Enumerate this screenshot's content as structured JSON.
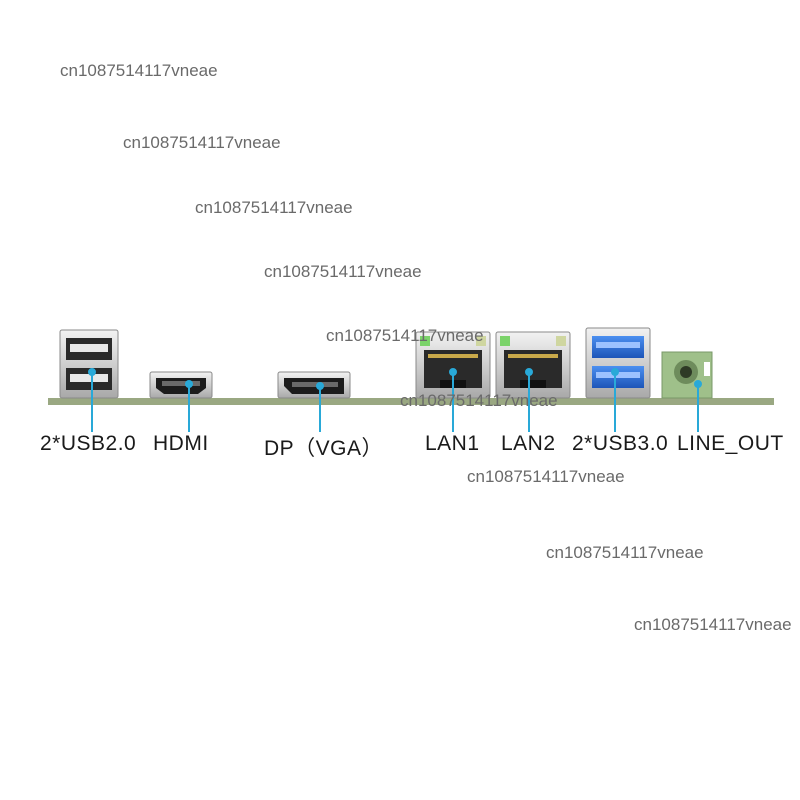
{
  "ports": [
    {
      "key": "usb2",
      "label": "2*USB2.0"
    },
    {
      "key": "hdmi",
      "label": "HDMI"
    },
    {
      "key": "dp",
      "label": "DP（VGA）"
    },
    {
      "key": "lan1",
      "label": "LAN1"
    },
    {
      "key": "lan2",
      "label": "LAN2"
    },
    {
      "key": "usb3",
      "label": "2*USB3.0"
    },
    {
      "key": "lineout",
      "label": "LINE_OUT"
    }
  ],
  "watermark": "cn1087514117vneae",
  "colors": {
    "board": "#9aa882",
    "leader_line": "#29a9d8",
    "usb3_blue": "#2f6fd6",
    "audio_green": "#9fc08a",
    "lan_led": "#7bd36a",
    "metal": "#c9c9c9"
  }
}
